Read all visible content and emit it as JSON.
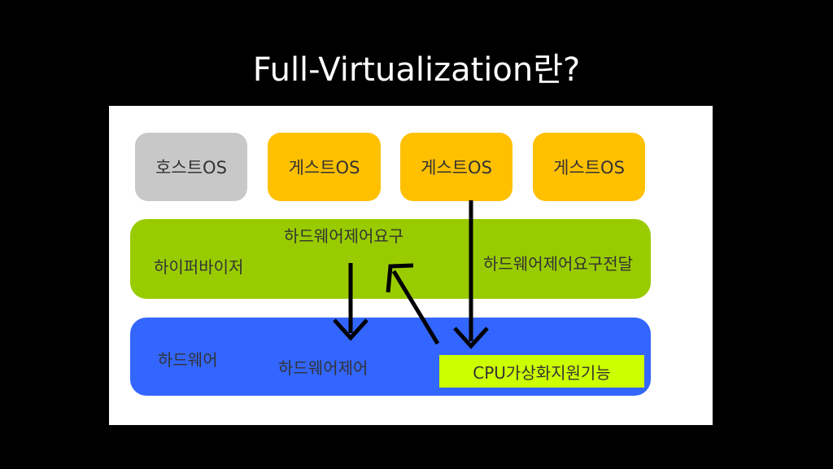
{
  "slide": {
    "title": "Full-Virtualization란?"
  },
  "diagram": {
    "os_boxes": {
      "host": "호스트OS",
      "guest1": "게스트OS",
      "guest2": "게스트OS",
      "guest3": "게스트OS"
    },
    "hypervisor": {
      "label": "하이퍼바이저",
      "hw_request": "하드웨어제어요구",
      "hw_request_pass": "하드웨어제어요구전달"
    },
    "hardware": {
      "label": "하드웨어",
      "hw_control": "하드웨어제어",
      "cpu_support": "CPU가상화지원기능"
    },
    "colors": {
      "host_os": "#c8c8c8",
      "guest_os": "#ffc000",
      "hypervisor": "#99cc00",
      "hardware": "#3366ff",
      "cpu_highlight": "#ccff00"
    }
  }
}
